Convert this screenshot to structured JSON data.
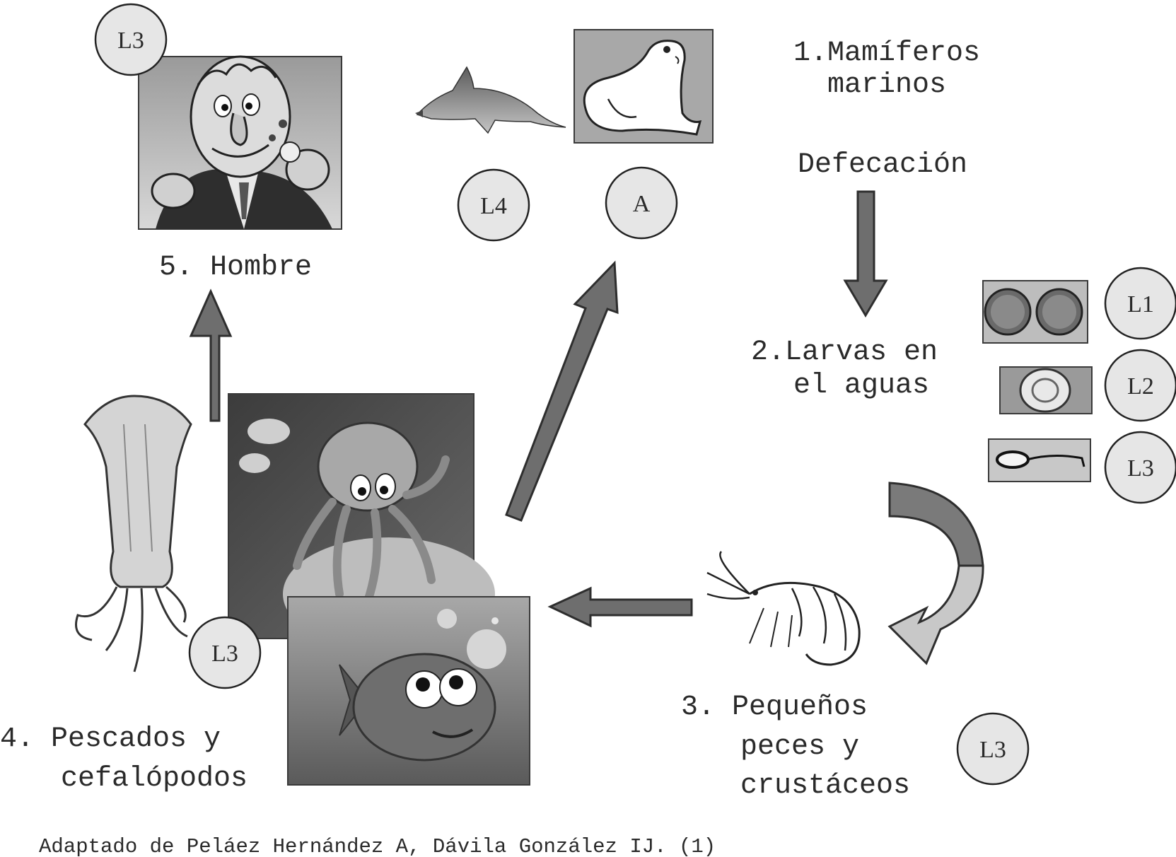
{
  "stages": {
    "mammals": "1.Mamíferos marinos",
    "mammals_line1": "1.Mamíferos",
    "mammals_line2": "marinos",
    "defecation": "Defecación",
    "larvae_line1": "2.Larvas en",
    "larvae_line2": "el aguas",
    "crustaceans_line1": "3. Pequeños",
    "crustaceans_line2": "peces y",
    "crustaceans_line3": "crustáceos",
    "fish_line1": "4. Pescados y",
    "fish_line2": "cefalópodos",
    "human": "5. Hombre"
  },
  "badges": {
    "human": "L3",
    "dolphin": "L4",
    "seal": "A",
    "egg": "L1",
    "hatching": "L2",
    "larva": "L3",
    "crustacean": "L3",
    "squid": "L3"
  },
  "source": "Adaptado de Peláez Hernández A, Dávila González IJ. (1)",
  "icons": [
    "man-eating-icon",
    "dolphin-icon",
    "seal-icon",
    "egg-icon",
    "hatching-egg-icon",
    "larva-icon",
    "squid-icon",
    "octopus-icon",
    "fish-icon",
    "shrimp-icon"
  ],
  "colors": {
    "arrow": "#6e6e6e",
    "curved_arrow_dark": "#7a7a7a",
    "curved_arrow_light": "#c8c8c8",
    "badge": "#e6e6e6"
  }
}
